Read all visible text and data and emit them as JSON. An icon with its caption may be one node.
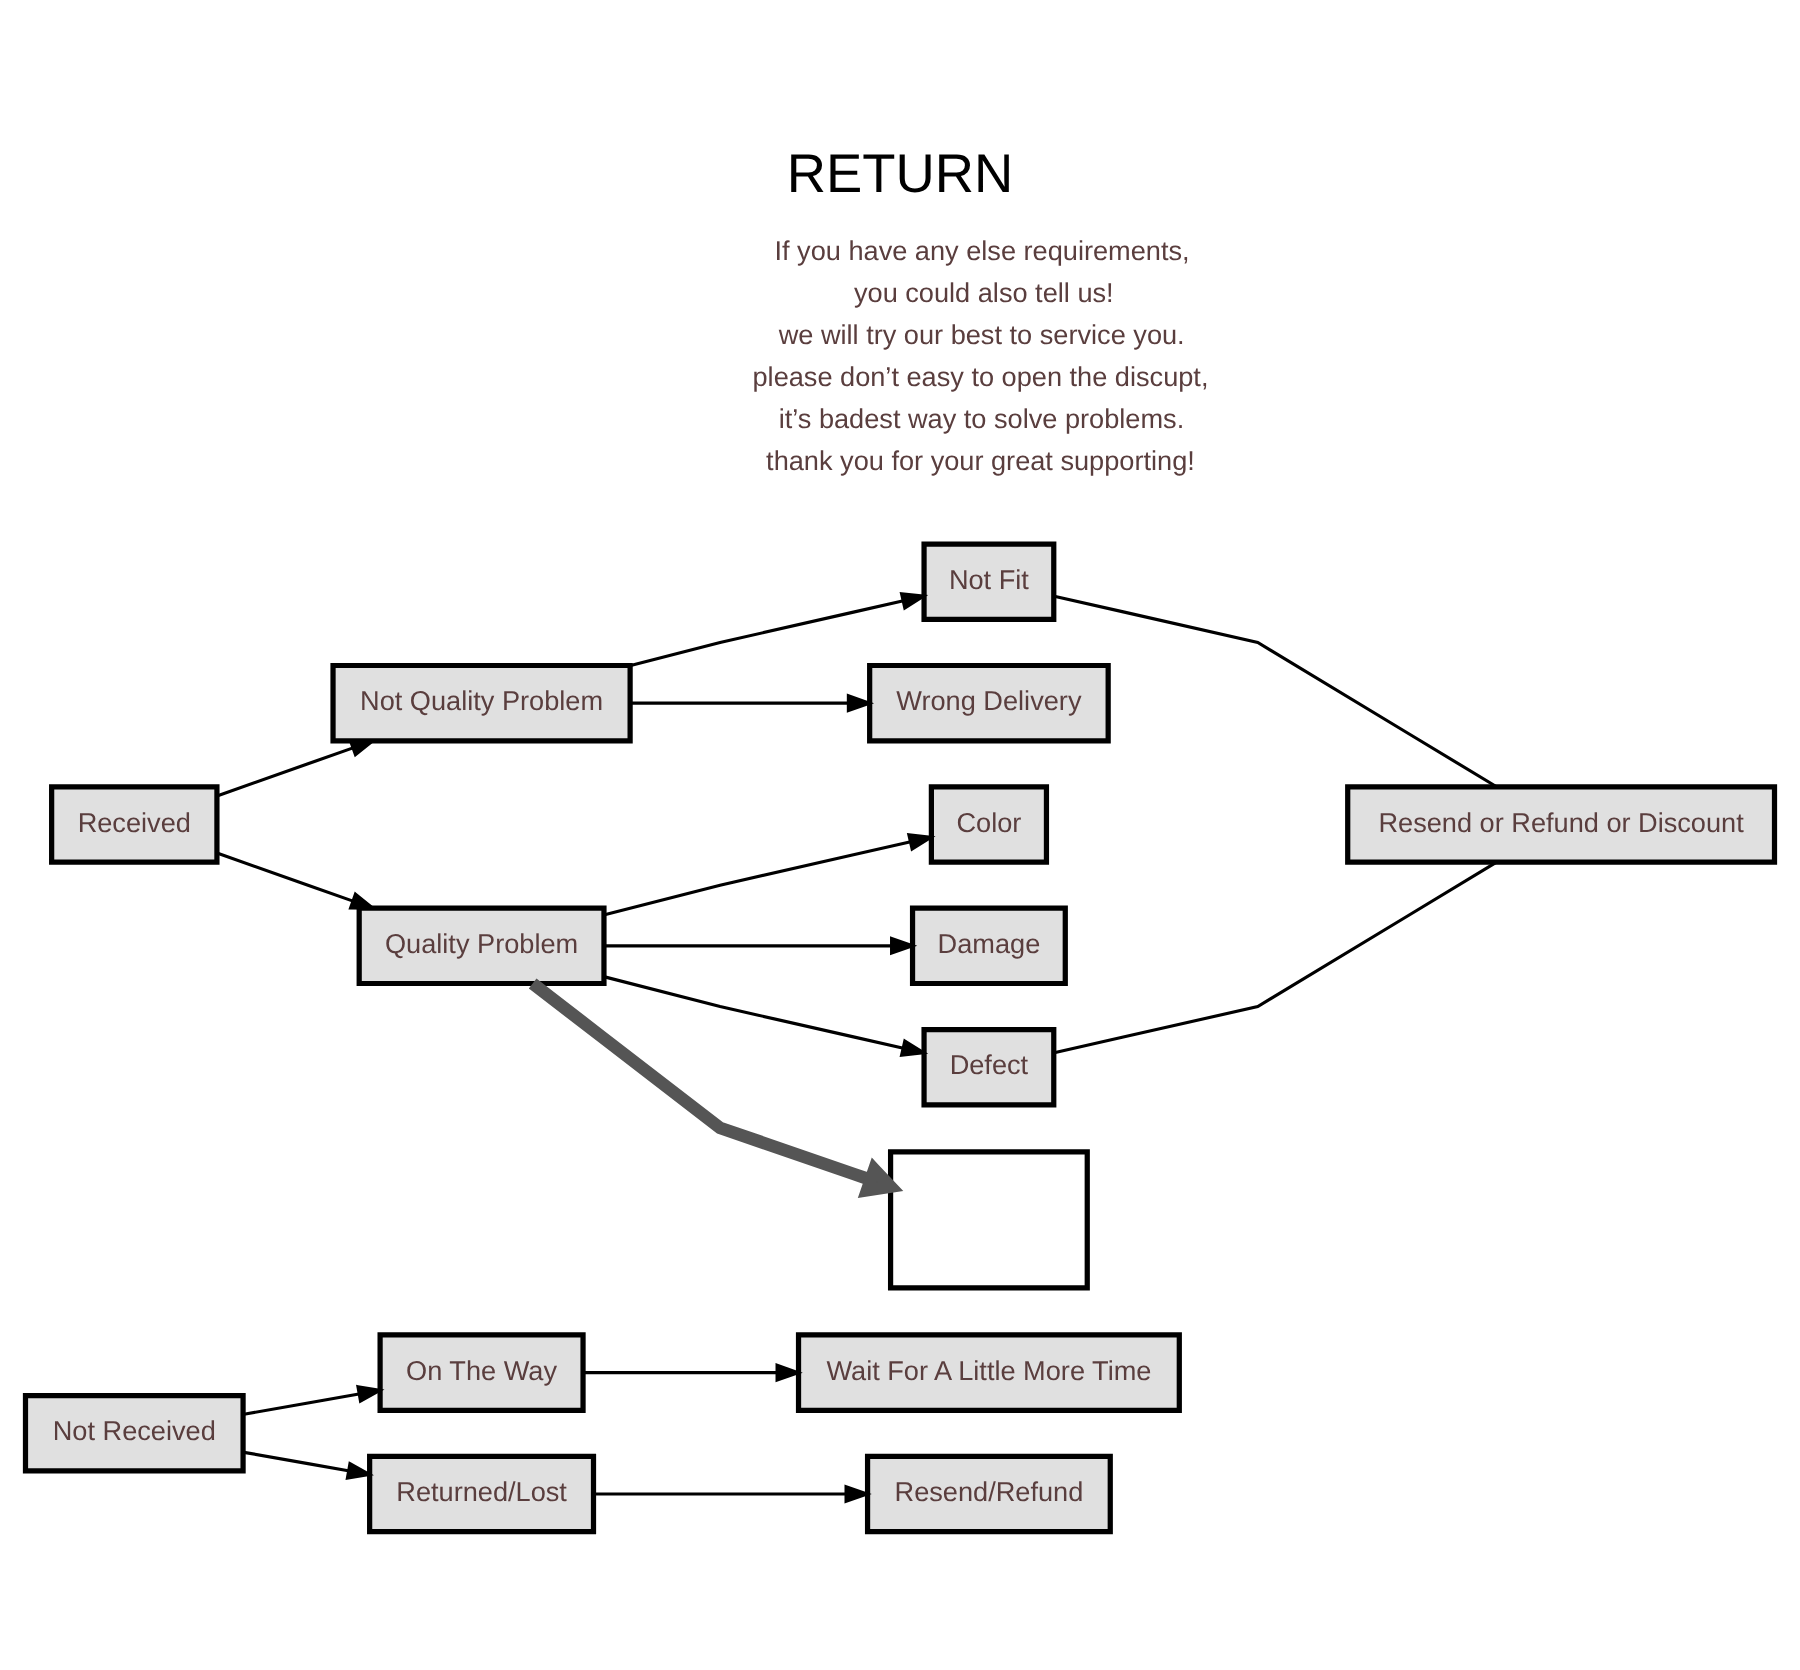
{
  "diagram": {
    "title": "RETURN",
    "nodes": [
      {
        "text": [
          "Not Received"
        ]
      },
      {
        "text": [
          "On The Way"
        ]
      },
      {
        "text": [
          "Wait For A Little More Time"
        ]
      },
      {
        "text": [
          "Returned/Lost"
        ]
      },
      {
        "text": [
          "Resend/Refund"
        ]
      },
      {
        "text": [
          "Received"
        ]
      },
      {
        "text": [
          "Not Quality Problem"
        ]
      },
      {
        "text": [
          "Not Fit"
        ]
      },
      {
        "text": [
          "Wrong Delivery"
        ]
      },
      {
        "text": [
          "Resend or Refund or Discount"
        ]
      },
      {
        "text": [
          "Quality Problem"
        ]
      },
      {
        "text": [
          "Color"
        ]
      },
      {
        "text": [
          "Damage"
        ]
      },
      {
        "text": [
          "Defect"
        ]
      },
      {
        "text": [],
        "shape": "envelope"
      }
    ],
    "edges": [
      {
        "from": 0,
        "to": 1,
        "arrow": "to"
      },
      {
        "from": 0,
        "to": 3,
        "arrow": "to"
      },
      {
        "from": 1,
        "to": 2,
        "arrow": "to"
      },
      {
        "from": 3,
        "to": 4,
        "arrow": "to"
      },
      {
        "from": 5,
        "to": 6,
        "arrow": "to"
      },
      {
        "from": 5,
        "to": 10,
        "arrow": "to"
      },
      {
        "from": 6,
        "to": 7,
        "arrow": "to"
      },
      {
        "from": 6,
        "to": 8,
        "arrow": "to"
      },
      {
        "from": 10,
        "to": 11,
        "arrow": "to"
      },
      {
        "from": 10,
        "to": 12,
        "arrow": "to"
      },
      {
        "from": 10,
        "to": 13,
        "arrow": "to"
      },
      {
        "from": 7,
        "to": 9,
        "arrow": "none"
      },
      {
        "from": 13,
        "to": 9,
        "arrow": "none"
      },
      {
        "from": 10,
        "to": 14,
        "arrow": "to",
        "style": "thick"
      }
    ],
    "labels": [
      "If you have any else requirements,",
      "you could also tell us!",
      "we will try our best to service you.",
      "please don’t easy to open the discupt,",
      "it’s badest way to solve problems.",
      "thank you for your great supporting!"
    ]
  }
}
